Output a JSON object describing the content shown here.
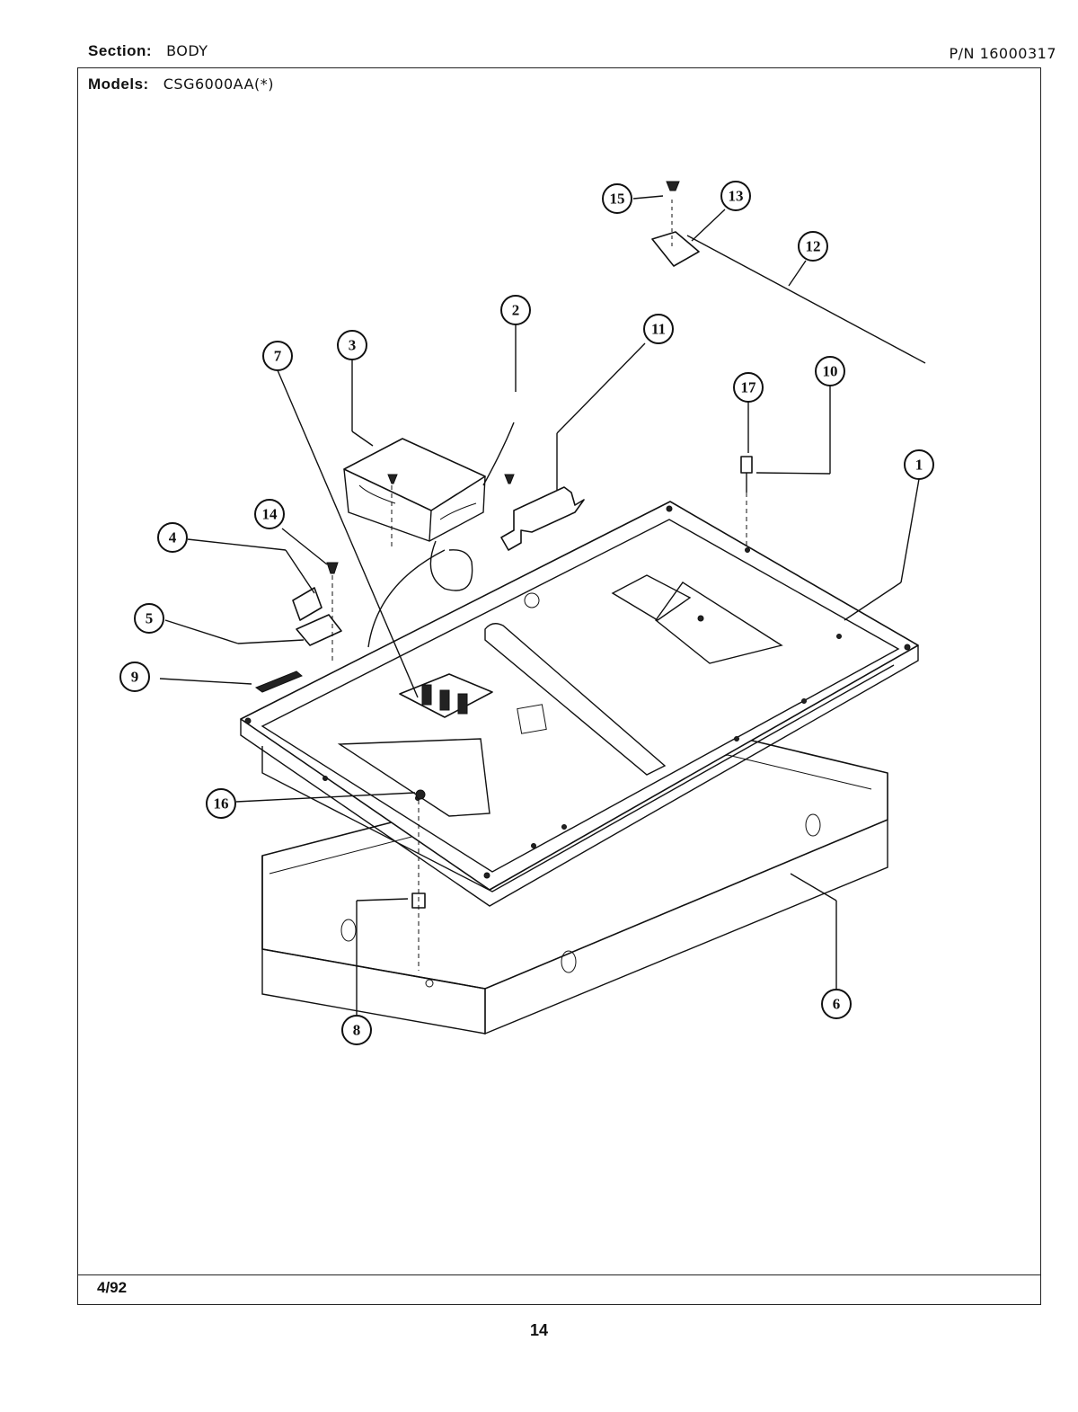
{
  "header": {
    "section_label": "Section:",
    "section_value": "BODY",
    "models_label": "Models:",
    "models_value": "CSG6000AA(*)",
    "part_number": "P/N 16000317"
  },
  "footer": {
    "date": "4/92",
    "page_number": "14"
  },
  "callouts": [
    "1",
    "2",
    "3",
    "4",
    "5",
    "6",
    "7",
    "8",
    "9",
    "10",
    "11",
    "12",
    "13",
    "14",
    "15",
    "16",
    "17"
  ]
}
